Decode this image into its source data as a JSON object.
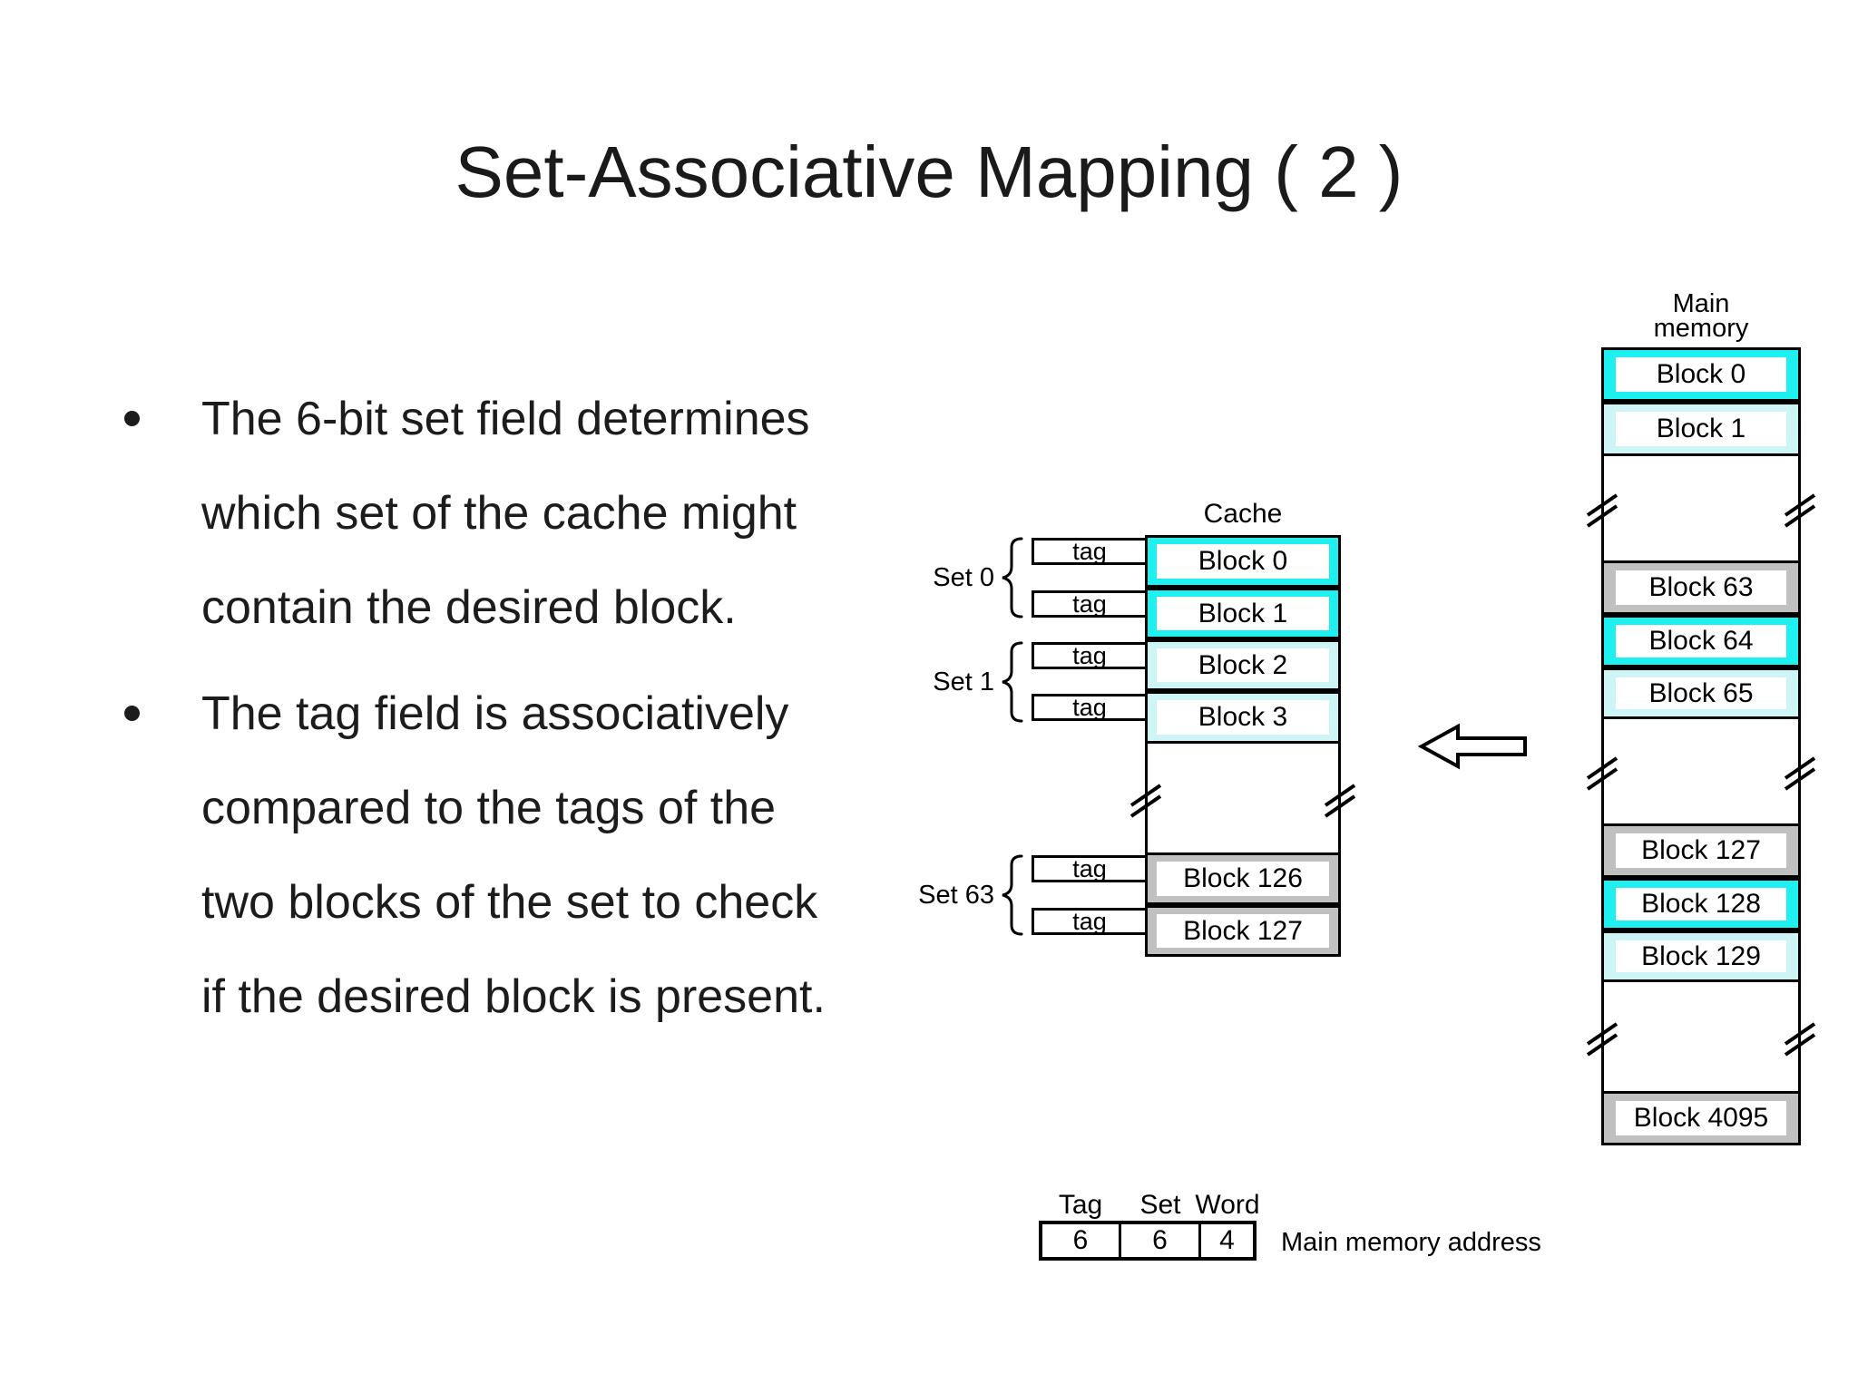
{
  "title": "Set-Associative Mapping ( 2 )",
  "bullets": [
    {
      "lines": [
        "The 6-bit set field determines",
        "which set of the cache might",
        "contain the desired block."
      ]
    },
    {
      "lines": [
        "The tag field is associatively",
        "compared to the tags of the",
        "two blocks of the set to check",
        "if the desired block is present."
      ]
    }
  ],
  "cache": {
    "title": "Cache",
    "tag_label": "tag",
    "set_labels": [
      "Set 0",
      "Set 1",
      "Set 63"
    ],
    "blocks": [
      "Block 0",
      "Block 1",
      "Block 2",
      "Block 3",
      "Block 126",
      "Block 127"
    ]
  },
  "memory": {
    "title_line1": "Main",
    "title_line2": "memory",
    "blocks": [
      "Block 0",
      "Block 1",
      "Block 63",
      "Block 64",
      "Block 65",
      "Block 127",
      "Block 128",
      "Block 129",
      "Block 4095"
    ]
  },
  "address": {
    "field_labels": [
      "Tag",
      "Set",
      "Word"
    ],
    "field_bits": [
      "6",
      "6",
      "4"
    ],
    "caption": "Main memory address"
  },
  "colors": {
    "block_highlight_strong": "#1ef0f0",
    "block_highlight_light": "#cdf5f6",
    "block_gray": "#c0c0c0"
  }
}
